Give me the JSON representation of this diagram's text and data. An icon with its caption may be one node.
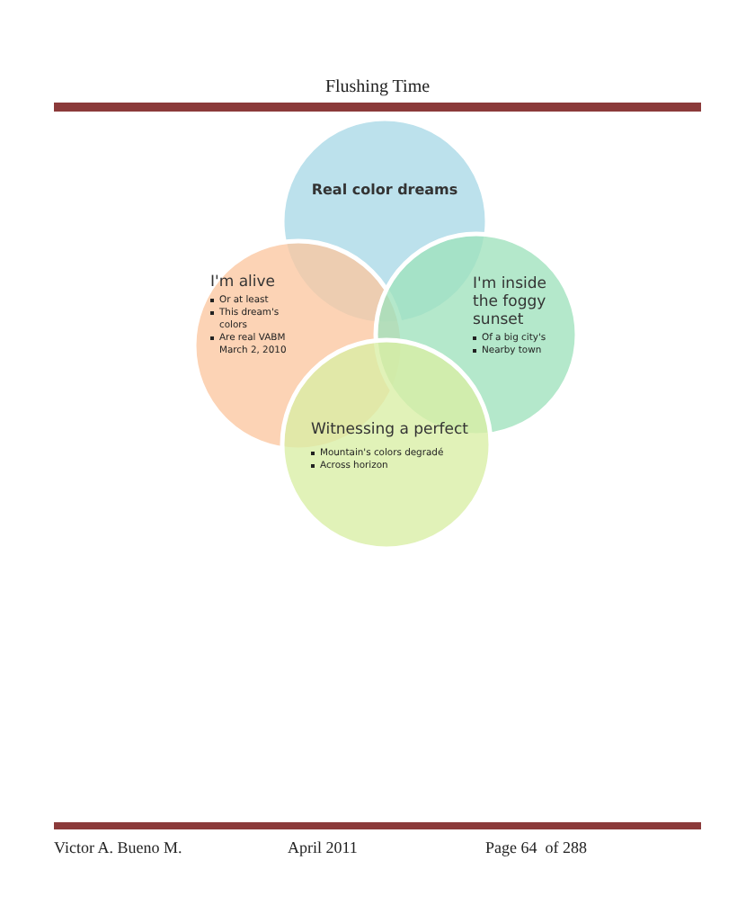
{
  "diagram": {
    "title": "Flushing Time",
    "nodes": [
      {
        "text": [
          "Real color dreams"
        ]
      },
      {
        "text": [
          "I'm alive",
          "Or at least",
          "This dream's colors",
          "Are real VABM March 2, 2010"
        ]
      },
      {
        "text": [
          "I'm inside the foggy sunset",
          "Of a big city's",
          "Nearby town"
        ]
      },
      {
        "text": [
          "Witnessing a perfect",
          "Mountain's colors degradé",
          "Across horizon"
        ]
      }
    ],
    "labels": [
      "Victor A. Bueno M.",
      "April 2011",
      "Page 64  of 288"
    ]
  }
}
